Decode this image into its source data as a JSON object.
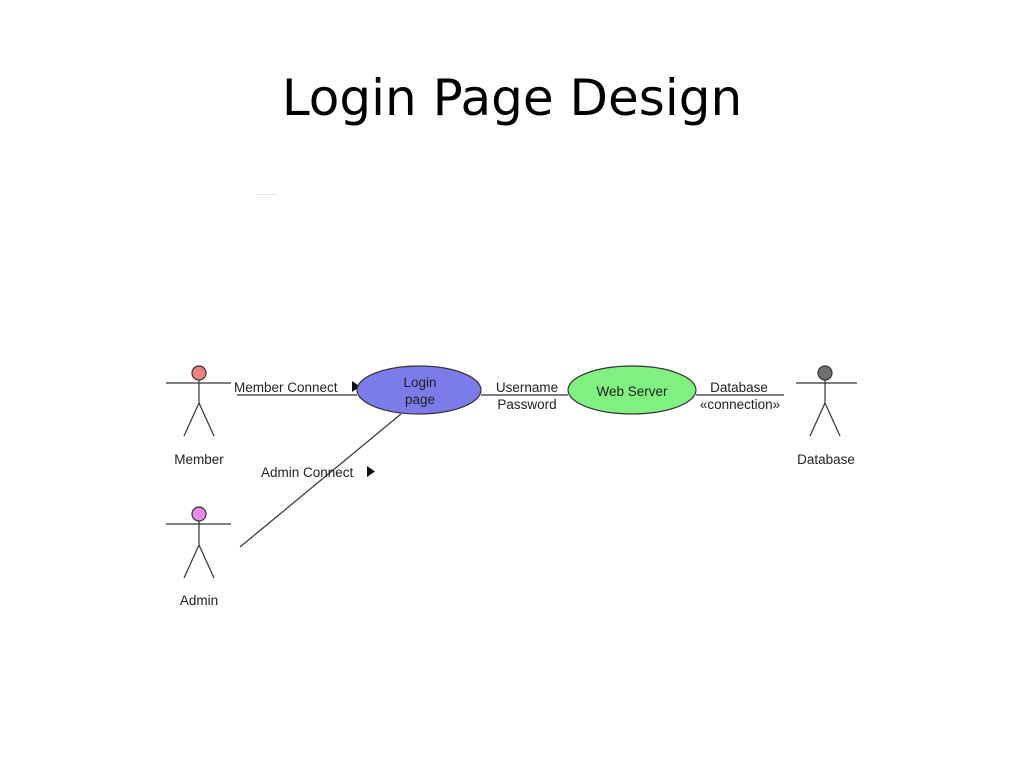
{
  "title": "Login Page Design",
  "actors": {
    "member": {
      "label": "Member",
      "head_color": "#f08080"
    },
    "admin": {
      "label": "Admin",
      "head_color": "#e88ae8"
    },
    "database": {
      "label": "Database",
      "head_color": "#707070"
    }
  },
  "use_cases": {
    "login": {
      "line1": "Login",
      "line2": "page",
      "fill": "#7b7bea"
    },
    "web_server": {
      "label": "Web Server",
      "fill": "#80f080"
    }
  },
  "connections": {
    "member_connect": "Member Connect",
    "admin_connect": "Admin Connect",
    "username": "Username",
    "password": "Password",
    "database": "Database",
    "connection": "«connection»"
  },
  "colors": {
    "line": "#333333"
  }
}
